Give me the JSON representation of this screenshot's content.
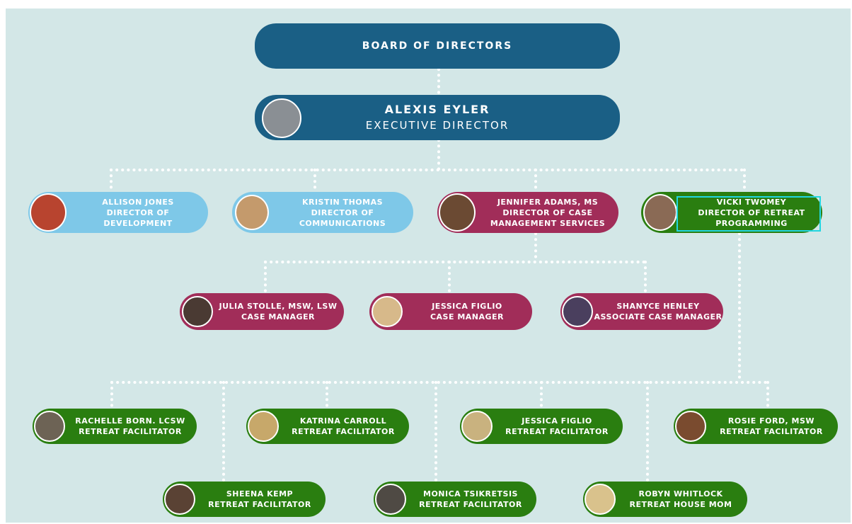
{
  "board": {
    "title": "BOARD OF DIRECTORS"
  },
  "executive": {
    "name": "ALEXIS EYLER",
    "title": "EXECUTIVE DIRECTOR",
    "avatar_color": "#8a8f94"
  },
  "directors": [
    {
      "name": "ALLISON JONES",
      "title_line1": "DIRECTOR OF",
      "title_line2": "DEVELOPMENT",
      "color": "#7ec8e8",
      "avatar_color": "#b8442f"
    },
    {
      "name": "KRISTIN THOMAS",
      "title_line1": "DIRECTOR OF",
      "title_line2": "COMMUNICATIONS",
      "color": "#7ec8e8",
      "avatar_color": "#c49a6c"
    },
    {
      "name": "JENNIFER ADAMS, MS",
      "title_line1": "DIRECTOR OF CASE",
      "title_line2": "MANAGEMENT SERVICES",
      "color": "#a12d59",
      "avatar_color": "#6b4a33"
    },
    {
      "name": "VICKI TWOMEY",
      "title_line1": "DIRECTOR OF RETREAT",
      "title_line2": "PROGRAMMING",
      "color": "#2a7e10",
      "avatar_color": "#8a6a55"
    }
  ],
  "case_team": [
    {
      "name": "JULIA STOLLE, MSW, LSW",
      "title": "CASE MANAGER",
      "avatar_color": "#4a3a33"
    },
    {
      "name": "JESSICA FIGLIO",
      "title": "CASE MANAGER",
      "avatar_color": "#d7b98a"
    },
    {
      "name": "SHANYCE HENLEY",
      "title": "ASSOCIATE CASE MANAGER",
      "avatar_color": "#4a3f5e"
    }
  ],
  "facilitators_row1": [
    {
      "name": "RACHELLE BORN. LCSW",
      "title": "RETREAT FACILITATOR",
      "avatar_color": "#6d6355"
    },
    {
      "name": "KATRINA CARROLL",
      "title": "RETREAT FACILITATOR",
      "avatar_color": "#c7a86a"
    },
    {
      "name": "JESSICA FIGLIO",
      "title": "RETREAT FACILITATOR",
      "avatar_color": "#c9b27f"
    },
    {
      "name": "ROSIE FORD, MSW",
      "title": "RETREAT FACILITATOR",
      "avatar_color": "#7a4b2f"
    }
  ],
  "facilitators_row2": [
    {
      "name": "SHEENA KEMP",
      "title": "RETREAT FACILITATOR",
      "avatar_color": "#5a4234"
    },
    {
      "name": "MONICA TSIKRETSIS",
      "title": "RETREAT FACILITATOR",
      "avatar_color": "#4f4a44"
    },
    {
      "name": "ROBYN WHITLOCK",
      "title": "RETREAT HOUSE MOM",
      "avatar_color": "#d9c28c"
    }
  ],
  "colors": {
    "navy": "#1a5f85",
    "light_blue": "#7ec8e8",
    "maroon": "#a12d59",
    "green": "#2a7e10",
    "background": "#d3e7e7",
    "dots": "#ffffff",
    "selection": "#21d6e0"
  }
}
